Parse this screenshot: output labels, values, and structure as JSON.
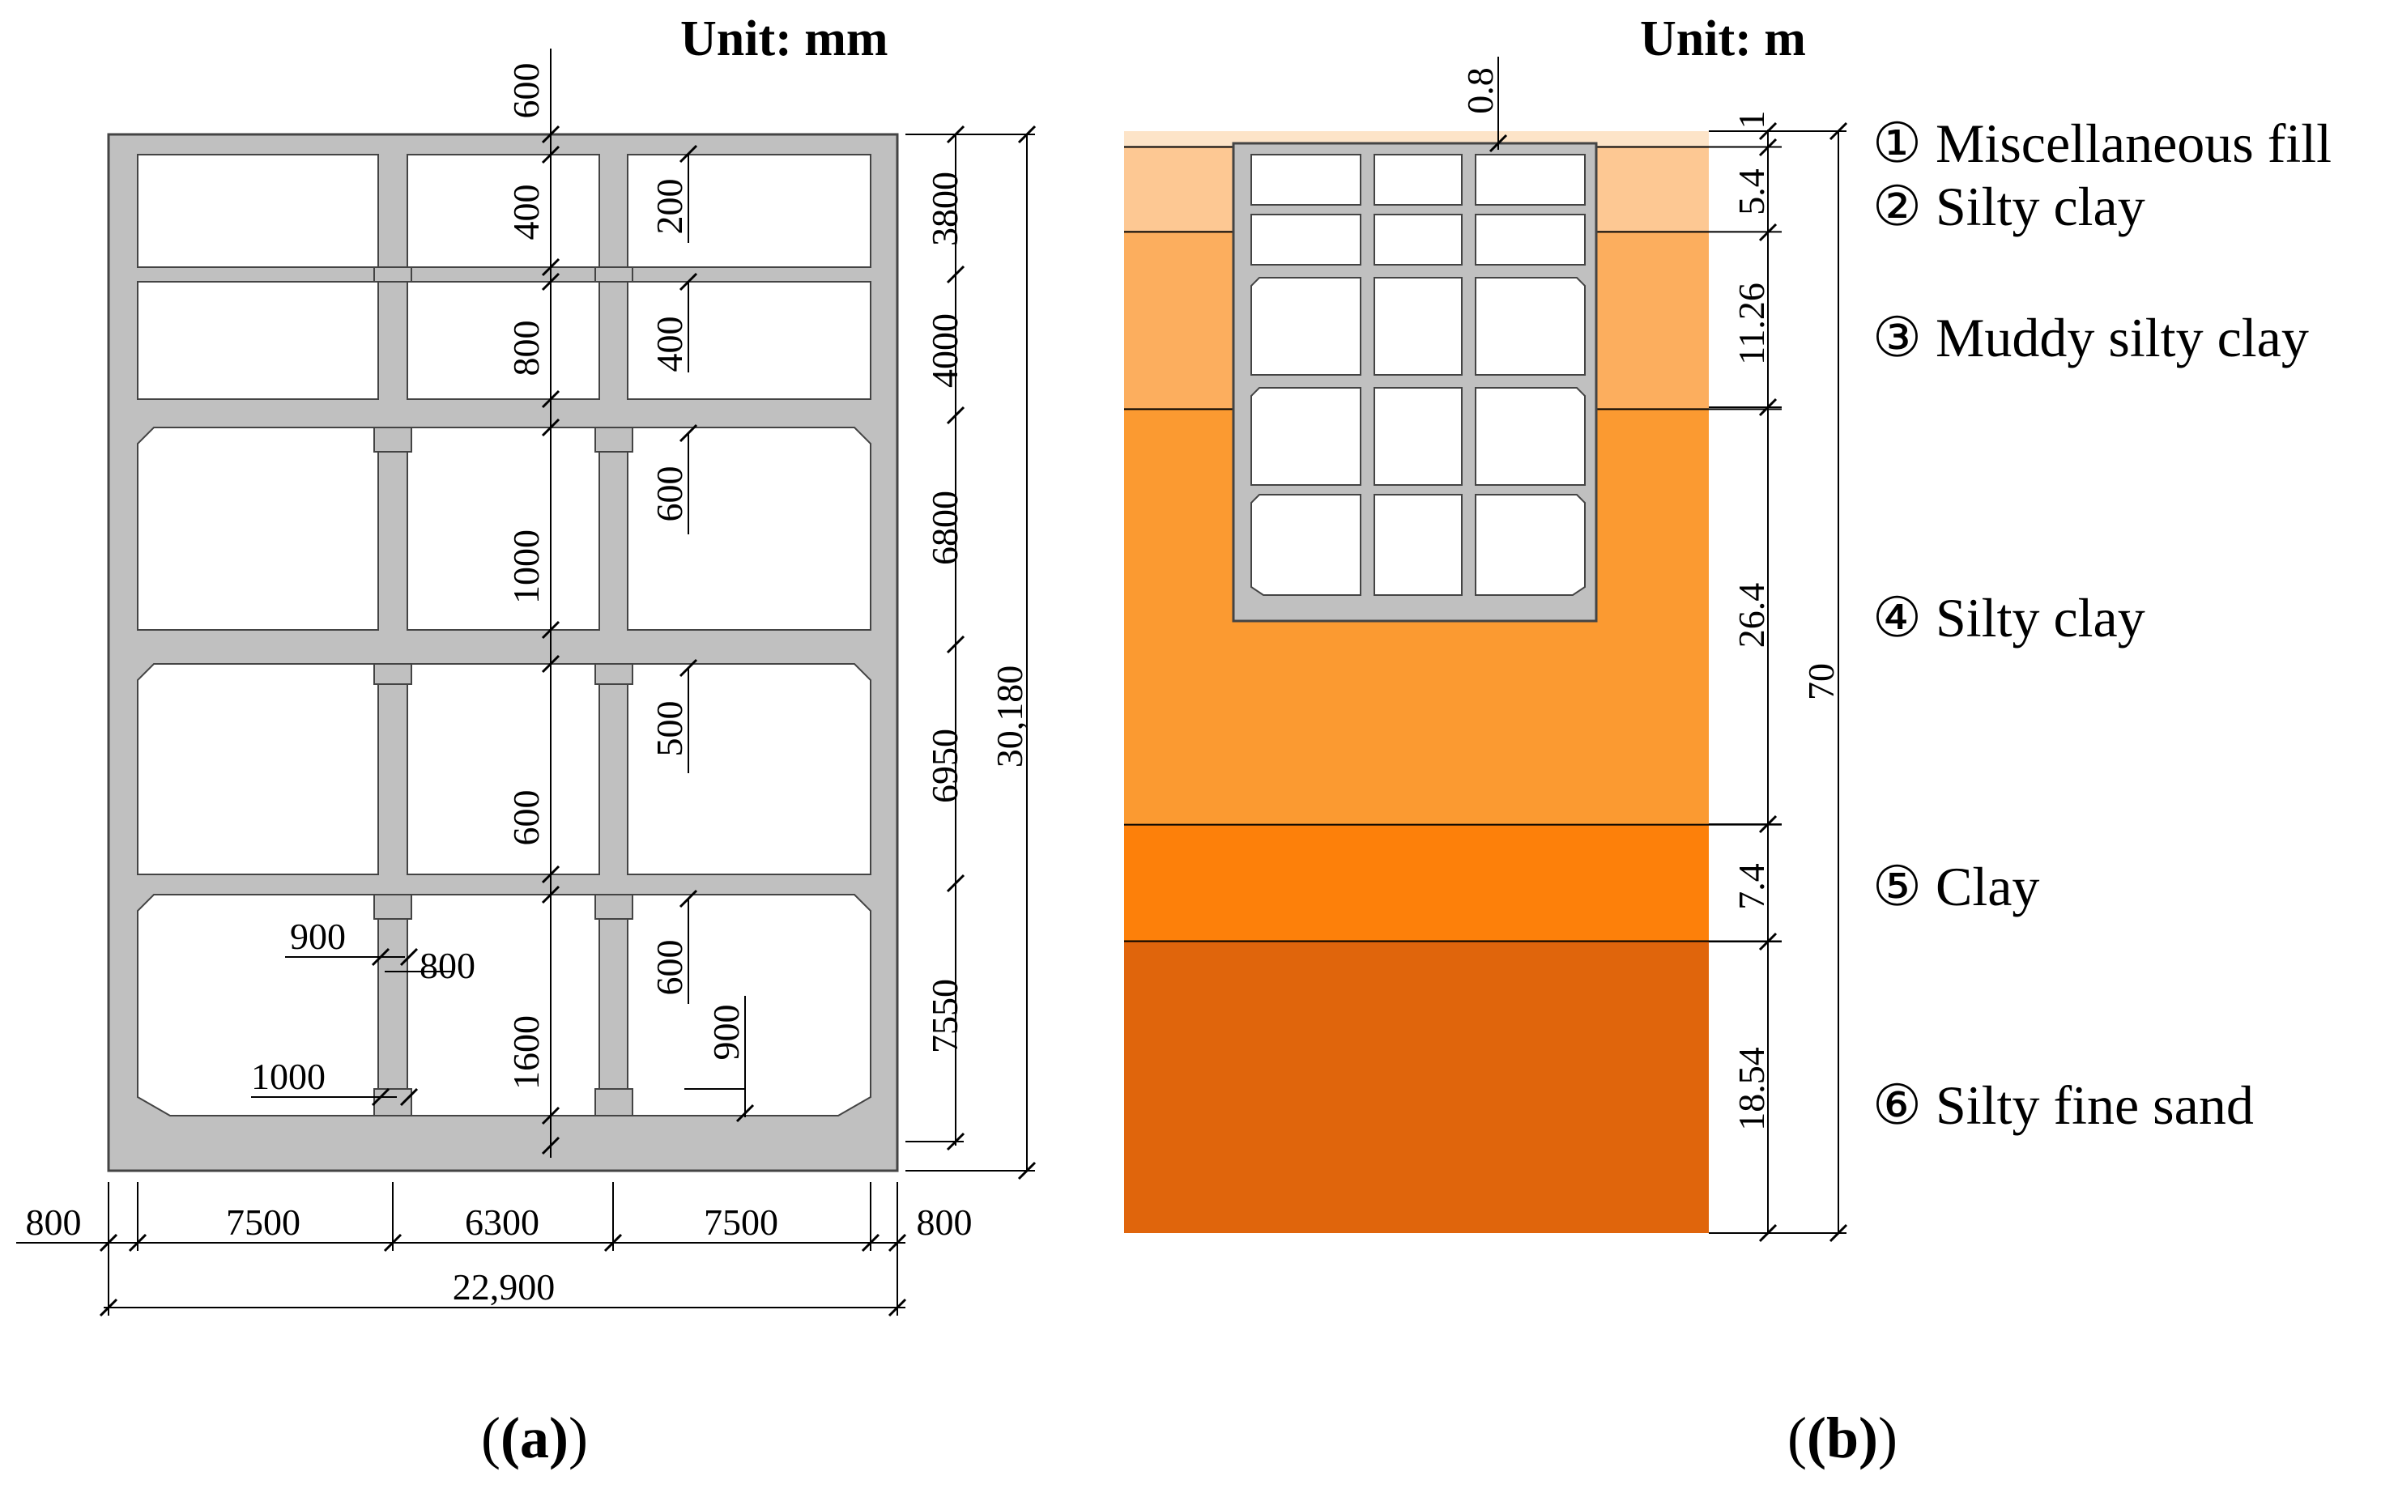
{
  "panel_a": {
    "unit_label": "Unit: mm",
    "caption": "(a)",
    "total_height": "30,180",
    "total_width": "22,900",
    "level_heights": [
      "3800",
      "4000",
      "6800",
      "6950",
      "7550"
    ],
    "slab_thickness": [
      "600",
      "400",
      "800",
      "1000",
      "600",
      "1600"
    ],
    "haunch_sizes": [
      "200",
      "400",
      "600",
      "500",
      "600",
      "900"
    ],
    "column_dims": {
      "label_900": "900",
      "label_800": "800",
      "label_1000": "1000"
    },
    "bottom_dims": [
      "800",
      "7500",
      "6300",
      "7500",
      "800"
    ]
  },
  "panel_b": {
    "unit_label": "Unit: m",
    "caption": "(b)",
    "top_cover": "0.8",
    "total_depth": "70",
    "layers": [
      {
        "name": "① Miscellaneous fill",
        "thickness": "1",
        "color": "#fde4c8"
      },
      {
        "name": "② Silty clay",
        "thickness": "5.4",
        "color": "#fdc893"
      },
      {
        "name": "③ Muddy silty clay",
        "thickness": "11.26",
        "color": "#fcae5e"
      },
      {
        "name": "④ Silty clay",
        "thickness": "26.4",
        "color": "#fb9a31"
      },
      {
        "name": "⑤ Clay",
        "thickness": "7.4",
        "color": "#fd800a"
      },
      {
        "name": "⑥ Silty fine sand",
        "thickness": "18.54",
        "color": "#e0650c"
      }
    ]
  }
}
